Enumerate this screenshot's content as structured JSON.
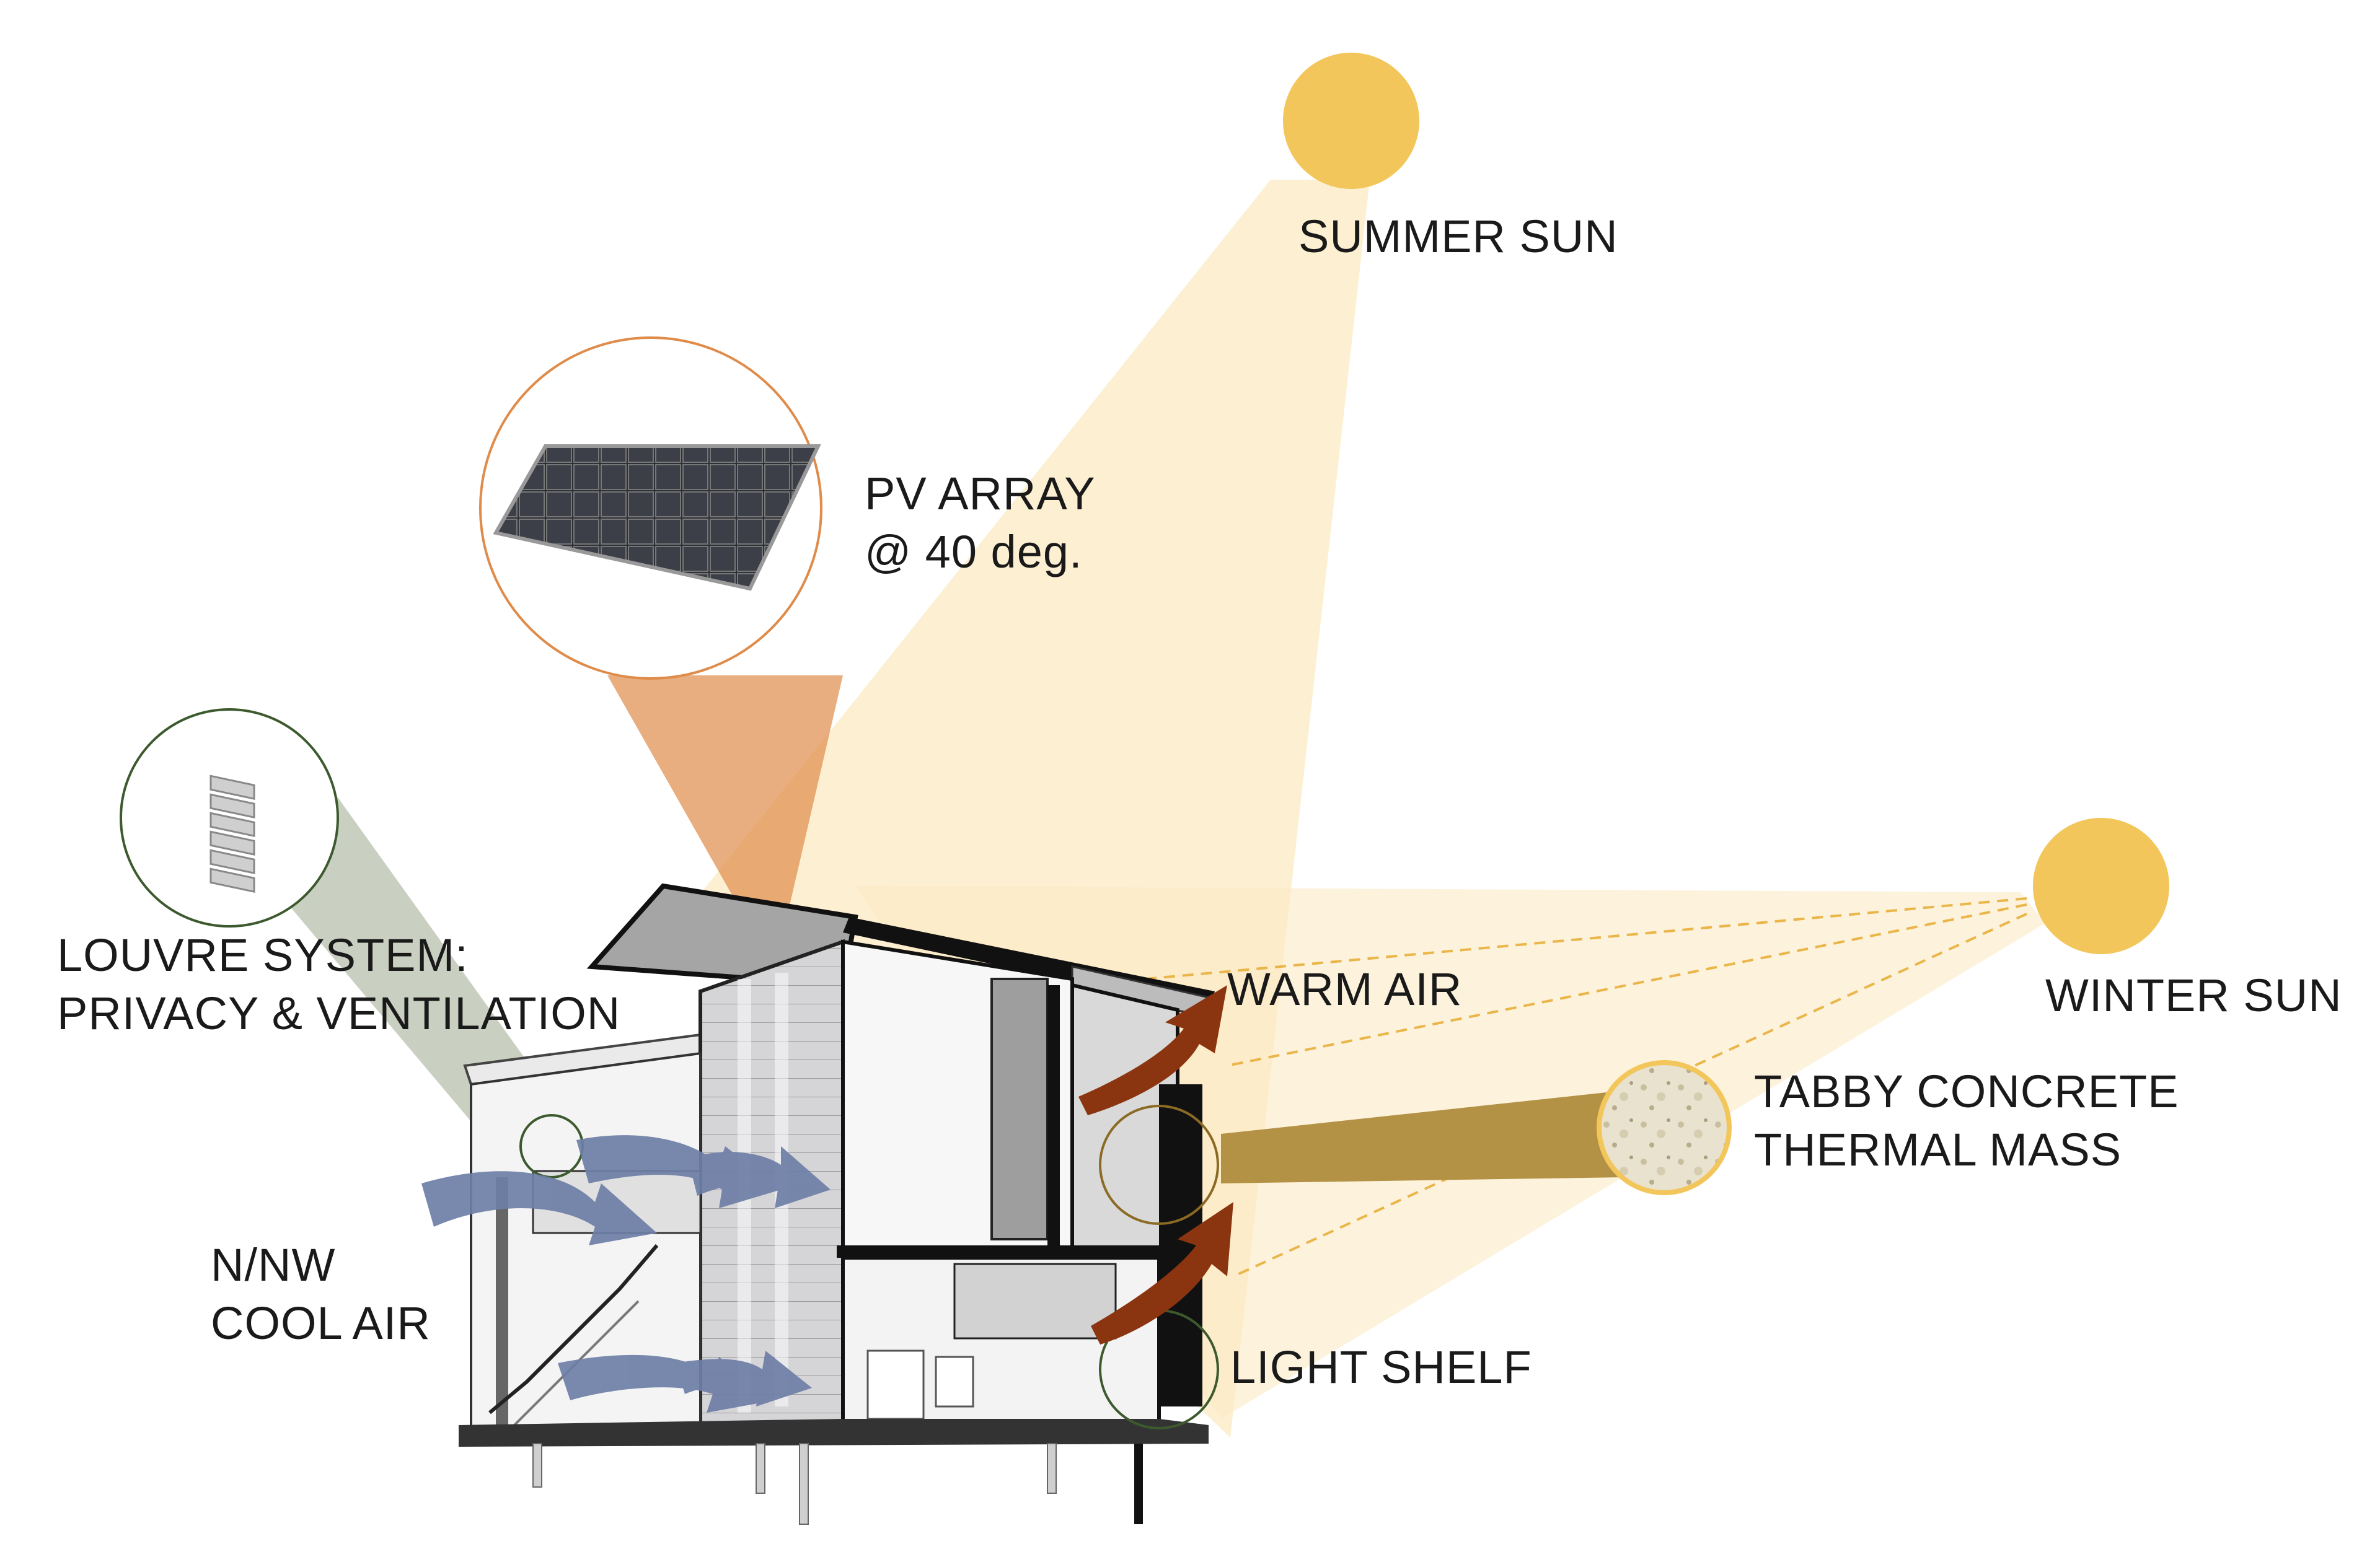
{
  "labels": {
    "summer_sun": "SUMMER SUN",
    "winter_sun": "WINTER SUN",
    "pv_array": [
      "PV ARRAY",
      "@ 40 deg."
    ],
    "louvre_system": [
      "LOUVRE SYSTEM:",
      "PRIVACY & VENTILATION"
    ],
    "warm_air": "WARM AIR",
    "tabby_concrete": [
      "TABBY CONCRETE",
      "THERMAL MASS"
    ],
    "cool_air": [
      "N/NW",
      "COOL AIR"
    ],
    "light_shelf": "LIGHT SHELF"
  },
  "colors": {
    "sun": "#f2c65a",
    "sun_beam": "#fbe9c3",
    "pv_callout": "#df8b4a",
    "louvre_callout": "#b8c0ac",
    "tabby_callout": "#b39245",
    "warm_air_arrow": "#8b3510",
    "cool_air_arrow": "#6e7ea6",
    "sun_ray_line": "#eab64a"
  },
  "icons": {
    "pv_panel": "solar-panel-icon",
    "louvre": "louvre-icon",
    "tabby": "concrete-texture-icon"
  }
}
